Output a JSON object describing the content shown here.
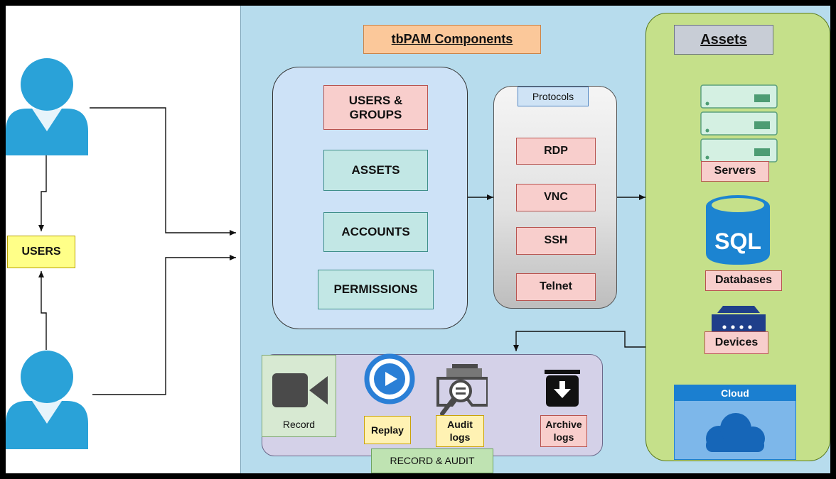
{
  "title": "tbPAM Components",
  "users_label": "USERS",
  "components": {
    "users_groups": "USERS &\nGROUPS",
    "assets": "ASSETS",
    "accounts": "ACCOUNTS",
    "permissions": "PERMISSIONS"
  },
  "protocols": {
    "header": "Protocols",
    "items": [
      "RDP",
      "VNC",
      "SSH",
      "Telnet"
    ]
  },
  "assets_panel": {
    "header": "Assets",
    "servers": "Servers",
    "sql_text": "SQL",
    "databases": "Databases",
    "devices": "Devices",
    "cloud": "Cloud"
  },
  "record_audit": {
    "label": "RECORD & AUDIT",
    "record": "Record",
    "replay": "Replay",
    "audit_logs": "Audit\nlogs",
    "archive_logs": "Archive\nlogs"
  },
  "colors": {
    "panel_bg": "#b7dced",
    "components_bg": "#cde2f7",
    "assets_bg": "#c5e08a",
    "user_icon": "#2aa2d8",
    "sql_icon": "#1c84d1",
    "cloud_bg": "#7db7ea",
    "cloud_header": "#1b7fd0",
    "device_icon": "#1f3f8a",
    "title_box": "#fbc89a"
  },
  "icons": [
    "user-icon",
    "server-icon",
    "database-icon",
    "device-icon",
    "cloud-icon",
    "video-camera-icon",
    "play-icon",
    "audit-log-icon",
    "archive-download-icon"
  ]
}
